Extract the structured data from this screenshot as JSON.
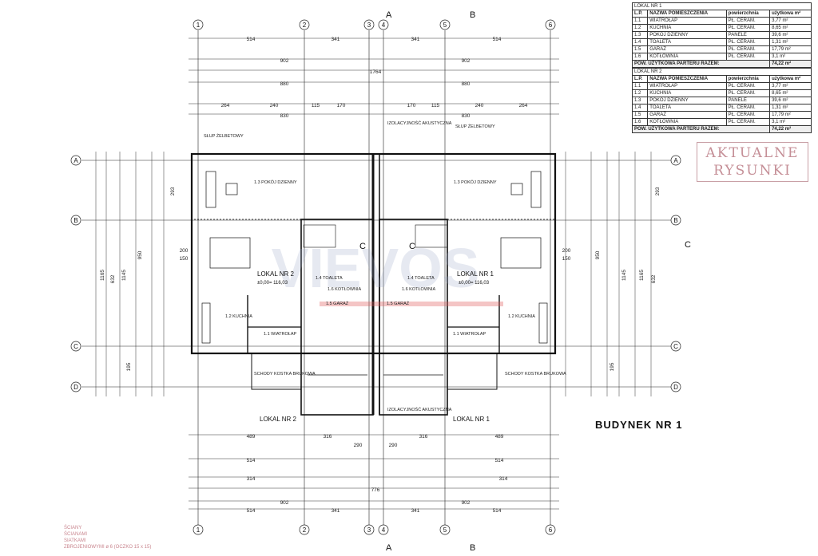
{
  "drawing": {
    "building_title": "BUDYNEK NR 1",
    "stamp_line1": "AKTUALNE",
    "stamp_line2": "RYSUNKI",
    "watermark": "VIEVOS"
  },
  "grid": {
    "columns": [
      "1",
      "2",
      "3",
      "4",
      "5",
      "6"
    ],
    "rows": [
      "A",
      "B",
      "C",
      "D"
    ],
    "sections": [
      "A",
      "B",
      "C"
    ]
  },
  "units": {
    "left_name": "LOKAL NR 2",
    "right_name": "LOKAL NR 1",
    "left_level": "±0,00= 116,03",
    "right_level": "±0,00= 116,03"
  },
  "rooms": {
    "salon": "1.3 POKÓJ DZIENNY",
    "kuchnia": "1.2 KUCHNIA",
    "wiatrolap": "1.1 WIATROŁAP",
    "toaleta": "1.4 TOALETA",
    "garaz": "1.5 GARAŻ",
    "kotlownia": "1.6 KOTŁOWNIA",
    "slup": "SŁUP ŻELBETOWY",
    "izolacja": "IZOLACYJNOŚĆ AKUSTYCZNA",
    "schody": "SCHODY KOSTKA BRUKOWA"
  },
  "dims": {
    "top1": [
      "514",
      "341",
      "341",
      "514"
    ],
    "top2": [
      "902",
      "902"
    ],
    "top3": [
      "1764"
    ],
    "top4": [
      "880",
      "880"
    ],
    "top5": [
      "264",
      "240",
      "115",
      "170",
      "170",
      "115",
      "240",
      "264"
    ],
    "top6": [
      "830",
      "830"
    ],
    "bottom1": [
      "489",
      "316",
      "290",
      "290",
      "316",
      "489"
    ],
    "bottom2": [
      "514",
      "514"
    ],
    "bottom3": [
      "314",
      "314"
    ],
    "bottom4": [
      "776"
    ],
    "bottom5": [
      "902",
      "902"
    ],
    "bottom6": [
      "514",
      "341",
      "341",
      "514"
    ],
    "left_vert": [
      "293",
      "632",
      "195",
      "1165",
      "1145",
      "950"
    ],
    "right_vert": [
      "293",
      "632",
      "195",
      "1165",
      "1145",
      "950"
    ],
    "side": [
      "200",
      "150",
      "200",
      "150"
    ]
  },
  "table1": {
    "title": "LOKAL NR 1",
    "headers": [
      "L.P.",
      "NAZWA POMIESZCZENIA",
      "powierzchnia",
      "użytkowa m²"
    ],
    "rows": [
      [
        "1.1",
        "WIATROŁAP",
        "PŁ. CERAM.",
        "3,77 m²"
      ],
      [
        "1.2",
        "KUCHNIA",
        "PŁ. CERAM.",
        "8,65 m²"
      ],
      [
        "1.3",
        "POKÓJ DZIENNY",
        "PANELE",
        "39,6 m²"
      ],
      [
        "1.4",
        "TOALETA",
        "PŁ. CERAM.",
        "1,31 m²"
      ],
      [
        "1.5",
        "GARAŻ",
        "PŁ. CERAM.",
        "17,79 m²"
      ],
      [
        "1.6",
        "KOTŁOWNIA",
        "PŁ. CERAM.",
        "3,1 m²"
      ]
    ],
    "sum_label": "POW. UŻYTKOWA PARTERU RAZEM:",
    "sum_value": "74,22 m²"
  },
  "table2": {
    "title": "LOKAL NR 2",
    "headers": [
      "L.P.",
      "NAZWA POMIESZCZENIA",
      "powierzchnia",
      "użytkowa m²"
    ],
    "rows": [
      [
        "1.1",
        "WIATROŁAP",
        "PŁ. CERAM.",
        "3,77 m²"
      ],
      [
        "1.2",
        "KUCHNIA",
        "PŁ. CERAM.",
        "8,65 m²"
      ],
      [
        "1.3",
        "POKÓJ DZIENNY",
        "PANELE",
        "39,6 m²"
      ],
      [
        "1.4",
        "TOALETA",
        "PŁ. CERAM.",
        "1,31 m²"
      ],
      [
        "1.5",
        "GARAŻ",
        "PŁ. CERAM.",
        "17,79 m²"
      ],
      [
        "1.6",
        "KOTŁOWNIA",
        "PŁ. CERAM.",
        "3,1 m²"
      ]
    ],
    "sum_label": "POW. UŻYTKOWA PARTERU RAZEM:",
    "sum_value": "74,22 m²"
  },
  "notes": {
    "line1": "ŚCIANY",
    "line2": "ŚCIANAMI",
    "line3": "SIATKAMI",
    "line4": "ZBROJENIOWYMI ø 6 (OCZKO 15 x 15)"
  },
  "colors": {
    "line": "#222222",
    "stamp": "#c58f97",
    "watermark": "#9aa6c8",
    "accent_red": "#e05a5a"
  }
}
